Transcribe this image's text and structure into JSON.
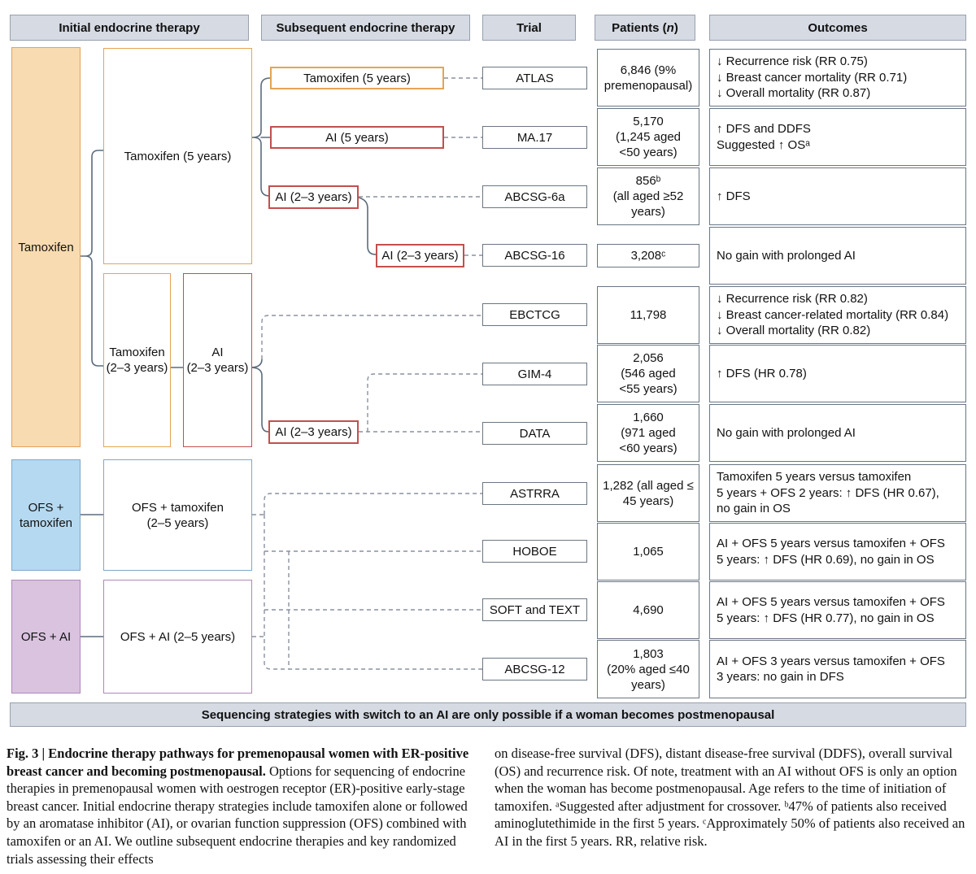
{
  "headers": {
    "initial": "Initial endocrine therapy",
    "subsequent": "Subsequent endocrine therapy",
    "trial": "Trial",
    "patients_pre": "Patients (",
    "patients_italic": "n",
    "patients_post": ")",
    "outcomes": "Outcomes"
  },
  "initial_therapy": {
    "tamoxifen": "Tamoxifen",
    "tamoxifen_5y": "Tamoxifen (5 years)",
    "tamoxifen_23y": "Tamoxifen\n(2–3 years)",
    "ai_23y": "AI\n(2–3 years)",
    "ofs_tamoxifen": "OFS +\ntamoxifen",
    "ofs_tamoxifen_25y": "OFS + tamoxifen\n(2–5 years)",
    "ofs_ai": "OFS + AI",
    "ofs_ai_25y": "OFS + AI (2–5 years)"
  },
  "subsequent_therapy": {
    "tamoxifen_5y": "Tamoxifen (5 years)",
    "ai_5y": "AI (5 years)",
    "ai_23y_after_tam5": "AI (2–3 years)",
    "ai_23y_prolonged": "AI (2–3 years)",
    "ai_23y_after_switch": "AI (2–3 years)"
  },
  "rows": [
    {
      "trial": "ATLAS",
      "patients": "6,846 (9%\npremenopausal)",
      "outcomes": "↓ Recurrence risk (RR 0.75)\n↓ Breast cancer mortality (RR 0.71)\n↓ Overall mortality (RR 0.87)"
    },
    {
      "trial": "MA.17",
      "patients": "5,170\n(1,245 aged\n<50 years)",
      "outcomes": "↑ DFS and DDFS\nSuggested ↑ OSᵃ"
    },
    {
      "trial": "ABCSG-6a",
      "patients": "856ᵇ\n(all aged ≥52\nyears)",
      "outcomes": "↑ DFS"
    },
    {
      "trial": "ABCSG-16",
      "patients": "3,208ᶜ",
      "outcomes": "No gain with prolonged AI"
    },
    {
      "trial": "EBCTCG",
      "patients": "11,798",
      "outcomes": "↓ Recurrence risk (RR 0.82)\n↓ Breast cancer-related mortality (RR 0.84)\n↓ Overall mortality (RR 0.82)"
    },
    {
      "trial": "GIM-4",
      "patients": "2,056\n(546 aged\n<55 years)",
      "outcomes": "↑ DFS (HR 0.78)"
    },
    {
      "trial": "DATA",
      "patients": "1,660\n(971 aged\n<60 years)",
      "outcomes": "No gain with prolonged AI"
    },
    {
      "trial": "ASTRRA",
      "patients": "1,282 (all aged ≤\n45 years)",
      "outcomes": "Tamoxifen 5 years versus tamoxifen\n5 years + OFS 2 years: ↑ DFS (HR 0.67),\nno gain in OS"
    },
    {
      "trial": "HOBOE",
      "patients": "1,065",
      "outcomes": "AI + OFS 5 years versus tamoxifen + OFS\n5 years: ↑ DFS (HR 0.69), no gain in OS"
    },
    {
      "trial": "SOFT and TEXT",
      "patients": "4,690",
      "outcomes": "AI + OFS 5 years versus tamoxifen + OFS\n5 years: ↑ DFS (HR 0.77), no gain in OS"
    },
    {
      "trial": "ABCSG-12",
      "patients": "1,803\n(20% aged ≤40\nyears)",
      "outcomes": "AI + OFS 3 years versus tamoxifen + OFS\n3 years: no gain in DFS"
    }
  ],
  "banner": "Sequencing strategies with switch to an AI are only possible if a woman becomes postmenopausal",
  "caption": {
    "left_bold": "Fig. 3 | Endocrine therapy pathways for premenopausal women with ER-positive breast cancer and becoming postmenopausal.",
    "left_rest": " Options for sequencing of endocrine therapies in premenopausal women with oestrogen receptor (ER)-positive early-stage breast cancer. Initial endocrine therapy strategies include tamoxifen alone or followed by an aromatase inhibitor (AI), or ovarian function suppression (OFS) combined with tamoxifen or an AI. We outline subsequent endocrine therapies and key randomized trials assessing their effects",
    "right": "on disease-free survival (DFS), distant disease-free survival (DDFS), overall survival (OS) and recurrence risk. Of note, treatment with an AI without OFS is only an option when the woman has become postmenopausal. Age refers to the time of initiation of tamoxifen. ᵃSuggested after adjustment for crossover. ᵇ47% of patients also received aminoglutethimide in the first 5 years. ᶜApproximately 50% of patients also received an AI in the first 5 years. RR, relative risk."
  },
  "colors": {
    "orange_fill": "#F8DBB0",
    "orange_border": "#E5A455",
    "red_border": "#C1504E",
    "blue_fill": "#B5D9F0",
    "blue_border": "#7FA8C9",
    "purple_fill": "#D9C3DF",
    "purple_border": "#AF87BC",
    "header_fill": "#D5DAE3",
    "box_border": "#6A7683",
    "solid_line": "#5C6B7C",
    "dashed_line": "#8A929E"
  }
}
